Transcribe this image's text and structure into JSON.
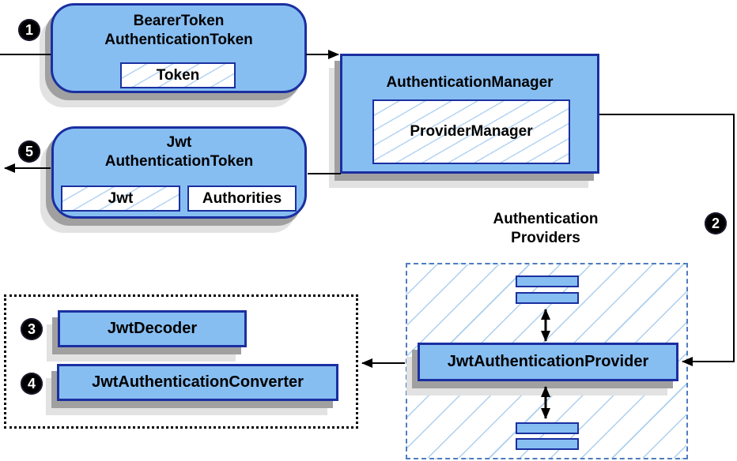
{
  "colors": {
    "node_fill": "#87BEF2",
    "node_border": "#1A2FA0",
    "hatch_line": "#ABCFEE",
    "providers_dash_border": "#4E7CC0",
    "converters_dot_border": "#000000",
    "shadow_dark": "#A0A0A0",
    "shadow_light": "#E2E2E2",
    "connector": "#000000",
    "badge_bg": "#000000",
    "badge_text": "#FFFFFF"
  },
  "steps": {
    "s1": "1",
    "s2": "2",
    "s3": "3",
    "s4": "4",
    "s5": "5"
  },
  "nodes": {
    "bearer_token": {
      "title": "BearerToken\nAuthenticationToken",
      "chip": "Token"
    },
    "authentication_manager": {
      "title": "AuthenticationManager",
      "chip": "ProviderManager"
    },
    "jwt_authentication_token": {
      "title": "Jwt\nAuthenticationToken",
      "chip_jwt": "Jwt",
      "chip_authorities": "Authorities"
    },
    "authentication_providers": {
      "label": "Authentication\nProviders",
      "provider": "JwtAuthenticationProvider"
    },
    "converters": {
      "decoder": "JwtDecoder",
      "converter": "JwtAuthenticationConverter"
    }
  }
}
